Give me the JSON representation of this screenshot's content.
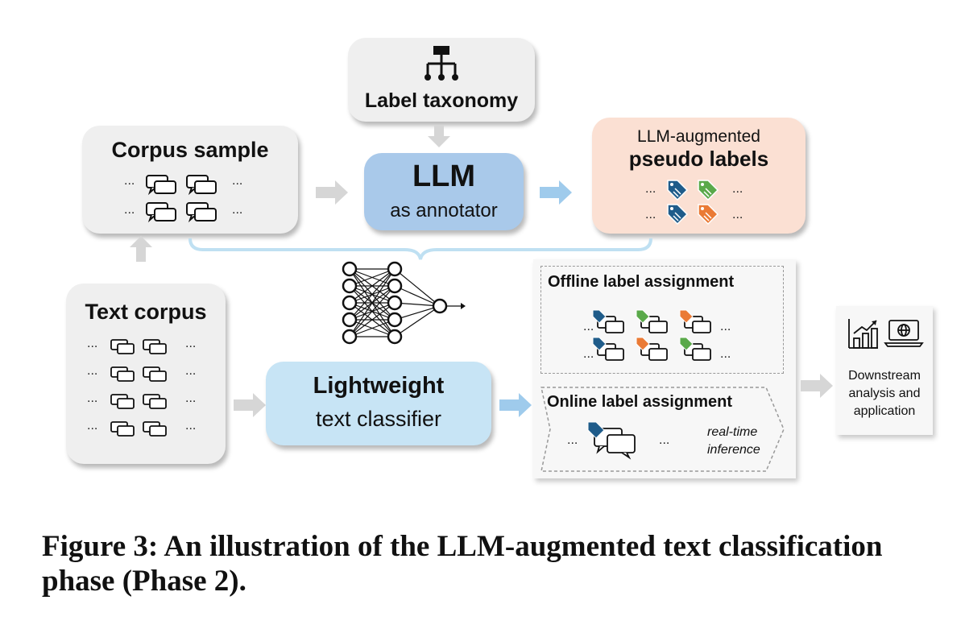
{
  "label_taxonomy": {
    "label": "Label taxonomy"
  },
  "corpus_sample": {
    "label": "Corpus sample",
    "dots": "..."
  },
  "llm": {
    "title": "LLM",
    "subtitle": "as annotator"
  },
  "pseudo_labels": {
    "line1": "LLM-augmented",
    "line2": "pseudo labels",
    "dots": "..."
  },
  "text_corpus": {
    "label": "Text corpus",
    "dots": "..."
  },
  "classifier": {
    "line1": "Lightweight",
    "line2": "text classifier"
  },
  "offline": {
    "label": "Offline label assignment",
    "dots": "..."
  },
  "online": {
    "label": "Online label assignment",
    "note_line1": "real-time",
    "note_line2": "inference",
    "dots": "..."
  },
  "downstream": {
    "line1": "Downstream",
    "line2": "analysis and",
    "line3": "application"
  },
  "caption": "Figure 3: An illustration of the LLM-augmented text classification phase (Phase 2).",
  "colors": {
    "gray_box": "#efefef",
    "llm_box": "#a9c9ea",
    "pseudo_box": "#fbe0d3",
    "classifier_box": "#c7e4f5",
    "gray_arrow": "#d6d6d6",
    "blue_arrow": "#9fcbec",
    "tag_blue": "#1f5c8a",
    "tag_green": "#5aa94a",
    "tag_orange": "#ea7a35"
  }
}
